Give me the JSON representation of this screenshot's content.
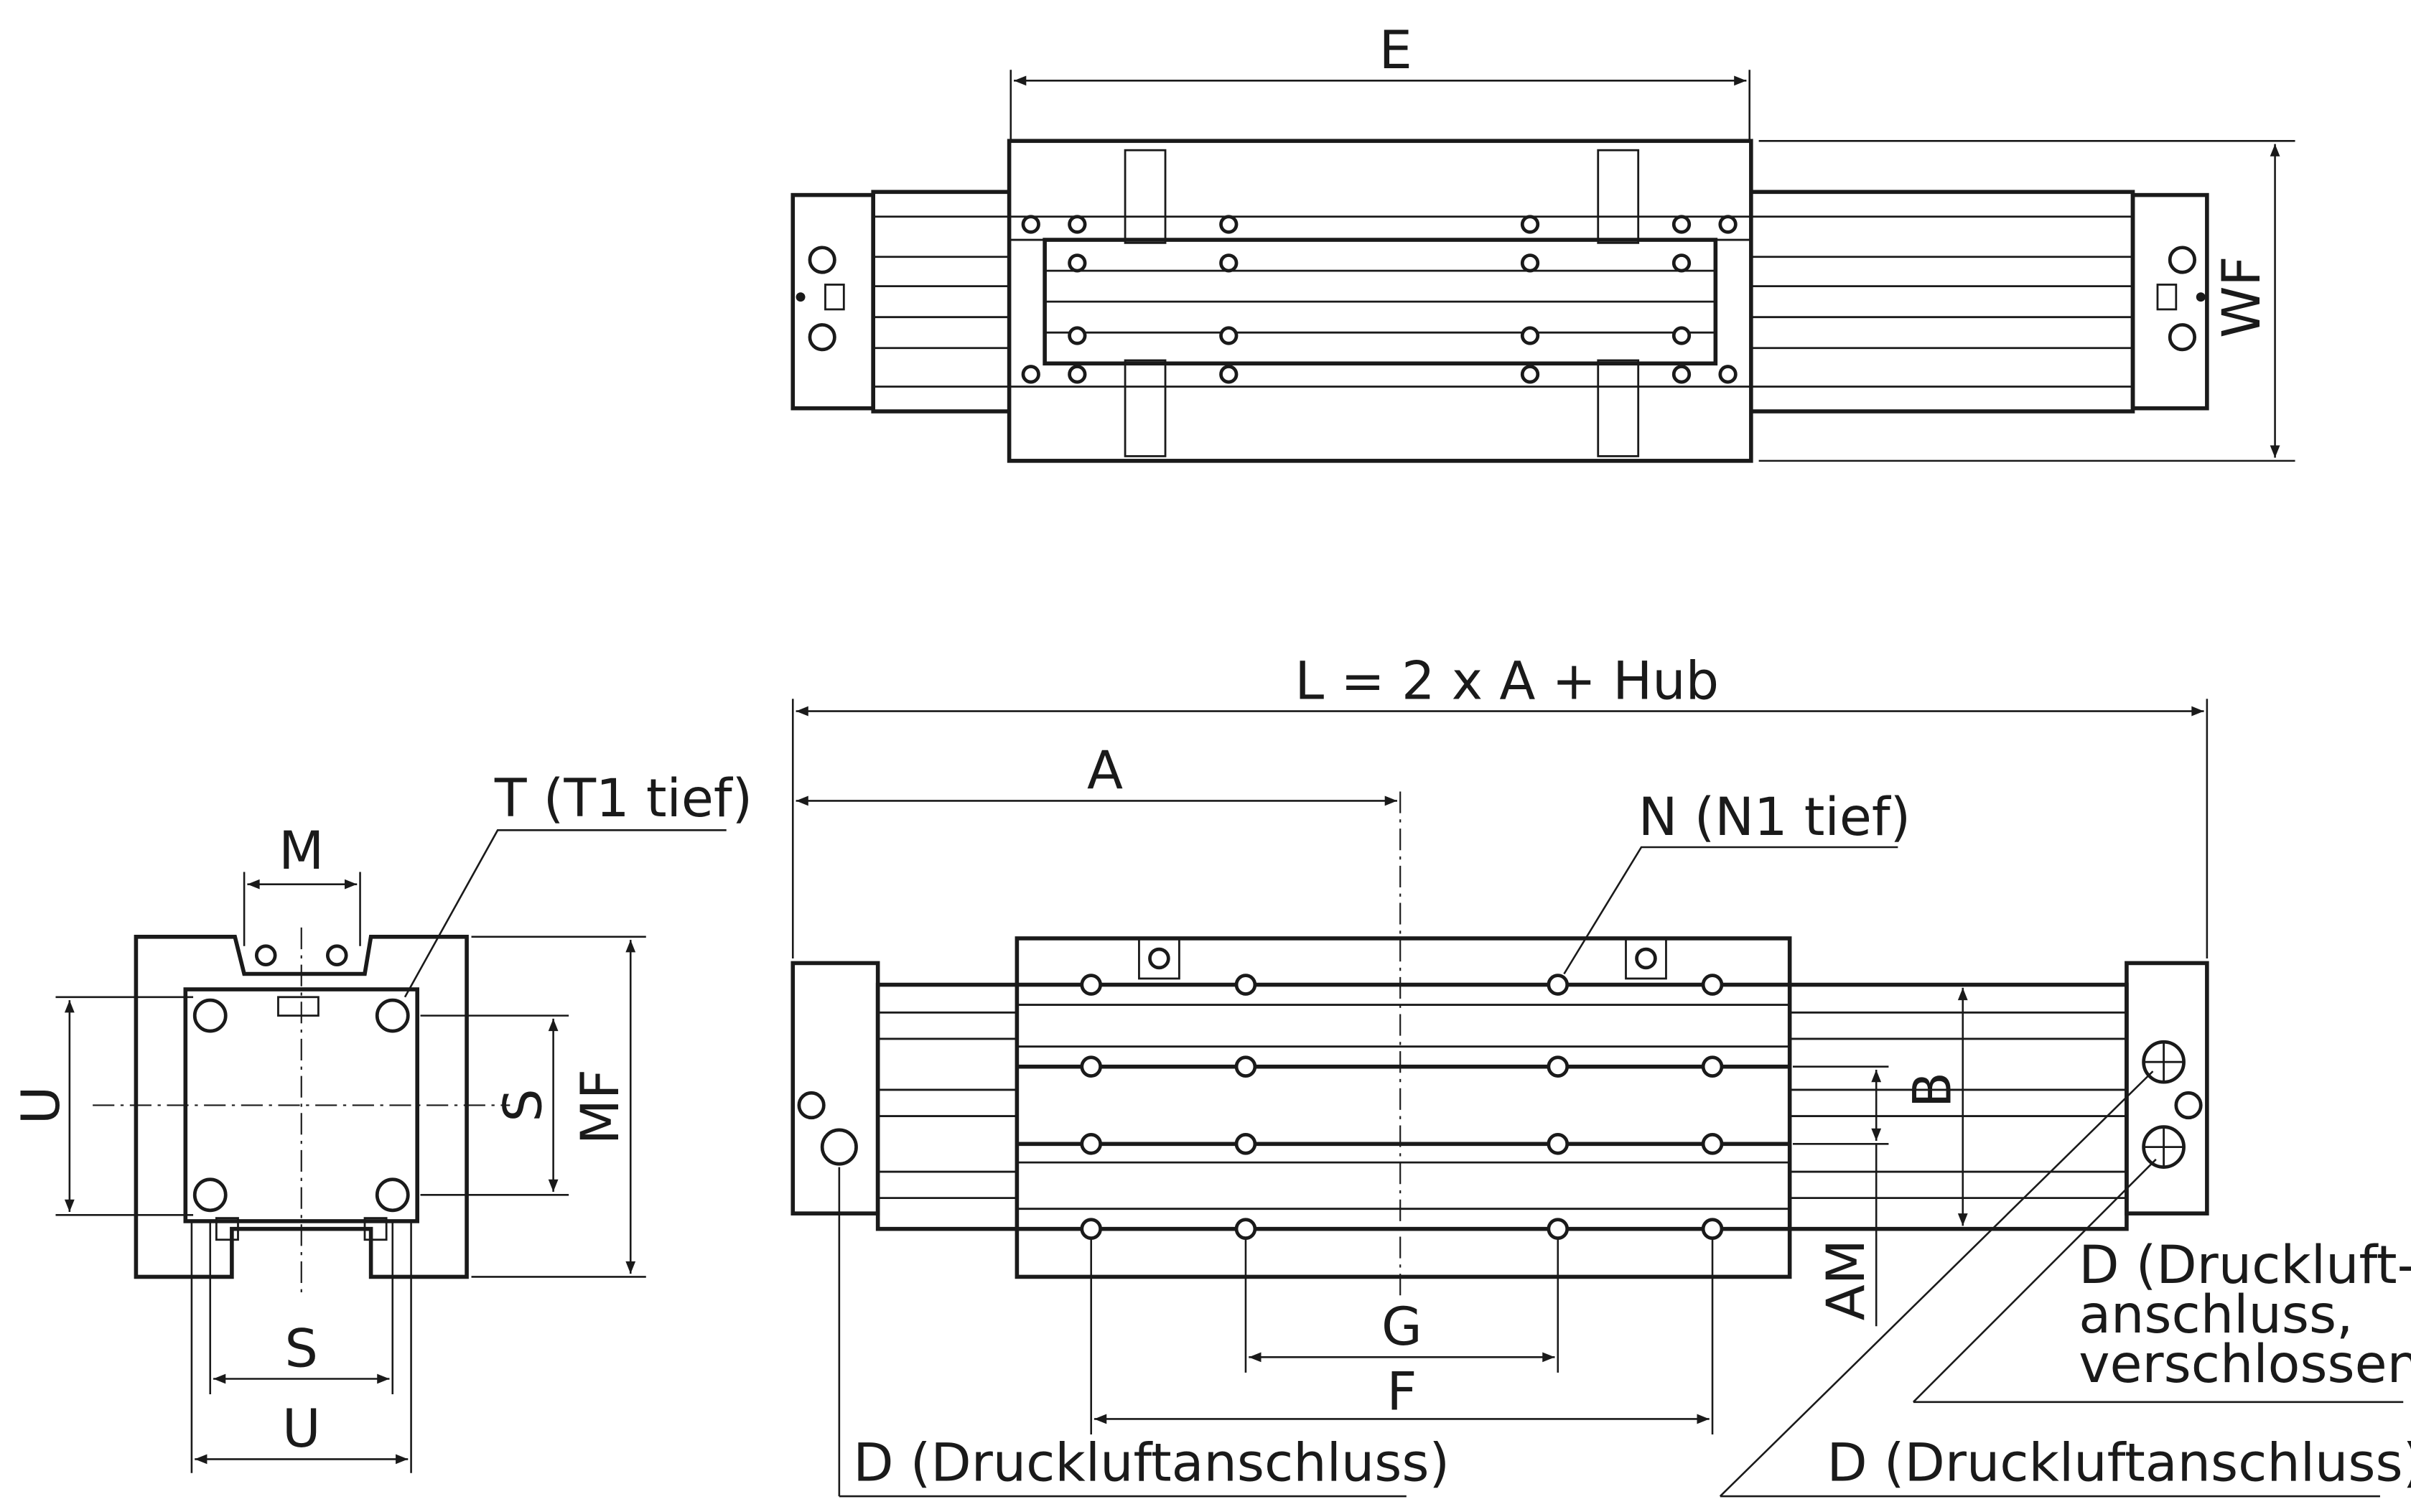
{
  "drawing": {
    "top_view": {
      "dim_E": "E",
      "dim_WF": "WF"
    },
    "front_view": {
      "dim_L": "L = 2 x A + Hub",
      "dim_A": "A",
      "callout_N": "N (N1 tief)",
      "dim_B": "B",
      "dim_AM": "AM",
      "dim_G": "G",
      "dim_F": "F",
      "callout_D_left": "D (Druckluftanschluss)",
      "callout_D_closed_line1": "D (Druckluft-",
      "callout_D_closed_line2": "anschluss,",
      "callout_D_closed_line3": "verschlossen)",
      "callout_D_right": "D (Druckluftanschluss)"
    },
    "side_view": {
      "callout_T": "T (T1 tief)",
      "dim_M": "M",
      "dim_U_left": "U",
      "dim_S_right": "S",
      "dim_MF": "MF",
      "dim_S_bottom": "S",
      "dim_U_bottom": "U"
    }
  }
}
